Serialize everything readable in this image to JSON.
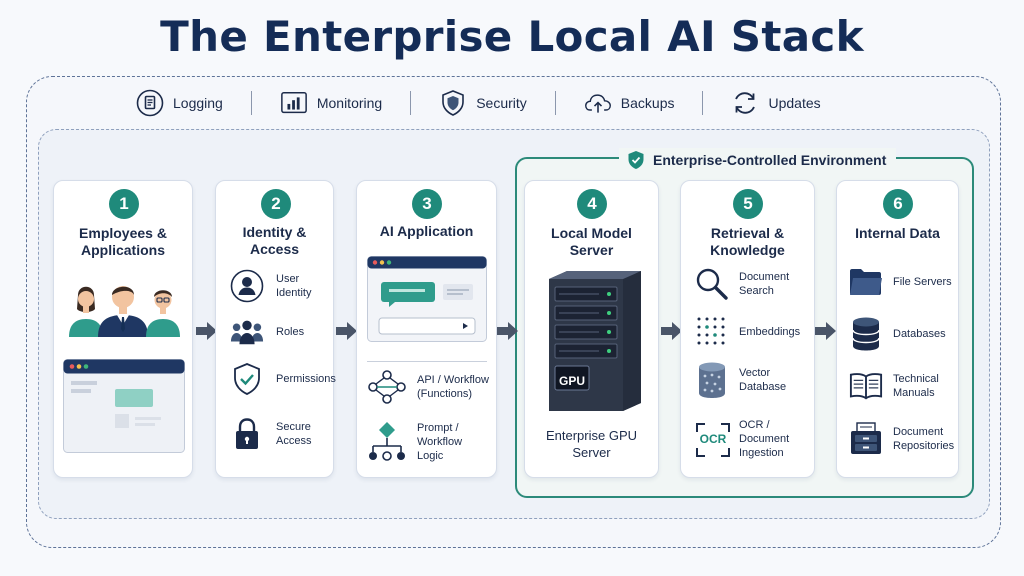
{
  "title": "The Enterprise Local AI Stack",
  "ops": [
    {
      "label": "Logging",
      "icon": "document-icon"
    },
    {
      "label": "Monitoring",
      "icon": "bar-chart-icon"
    },
    {
      "label": "Security",
      "icon": "shield-icon"
    },
    {
      "label": "Backups",
      "icon": "cloud-upload-icon"
    },
    {
      "label": "Updates",
      "icon": "refresh-icon"
    }
  ],
  "environment_label": "Enterprise-Controlled Environment",
  "colors": {
    "accent": "#1f8a7b",
    "navy": "#142c57",
    "environment_border": "#2c8a7a"
  },
  "cards": [
    {
      "num": "1",
      "title_1": "Employees &",
      "title_2": "Applications"
    },
    {
      "num": "2",
      "title_1": "Identity &",
      "title_2": "Access",
      "items": [
        {
          "l1": "User",
          "l2": "Identity",
          "icon": "user-icon"
        },
        {
          "l1": "Roles",
          "l2": "",
          "icon": "group-icon"
        },
        {
          "l1": "Permissions",
          "l2": "",
          "icon": "shield-check-icon"
        },
        {
          "l1": "Secure",
          "l2": "Access",
          "icon": "lock-icon"
        }
      ]
    },
    {
      "num": "3",
      "title_1": "AI Application",
      "items": [
        {
          "l1": "API / Workflow",
          "l2": "(Functions)",
          "icon": "workflow-icon"
        },
        {
          "l1": "Prompt / Workflow",
          "l2": "Logic",
          "icon": "flowchart-icon"
        }
      ]
    },
    {
      "num": "4",
      "title_1": "Local Model",
      "title_2": "Server",
      "gpu_label": "GPU",
      "caption_1": "Enterprise GPU",
      "caption_2": "Server"
    },
    {
      "num": "5",
      "title_1": "Retrieval &",
      "title_2": "Knowledge",
      "items": [
        {
          "l1": "Document",
          "l2": "Search",
          "icon": "magnifier-icon"
        },
        {
          "l1": "Embeddings",
          "l2": "",
          "icon": "dot-grid-icon"
        },
        {
          "l1": "Vector",
          "l2": "Database",
          "icon": "vector-db-icon"
        },
        {
          "l1": "OCR / Document",
          "l2": "Ingestion",
          "icon": "ocr-icon",
          "badge": "OCR"
        }
      ]
    },
    {
      "num": "6",
      "title_1": "Internal Data",
      "items": [
        {
          "l1": "File Servers",
          "l2": "",
          "icon": "folder-icon"
        },
        {
          "l1": "Databases",
          "l2": "",
          "icon": "database-icon"
        },
        {
          "l1": "Technical",
          "l2": "Manuals",
          "icon": "book-icon"
        },
        {
          "l1": "Document",
          "l2": "Repositories",
          "icon": "file-cabinet-icon"
        }
      ]
    }
  ]
}
